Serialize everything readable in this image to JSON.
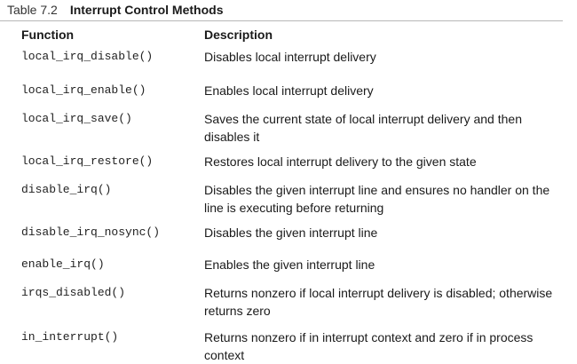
{
  "caption": {
    "number": "Table 7.2",
    "title": "Interrupt Control Methods"
  },
  "table": {
    "headers": {
      "function": "Function",
      "description": "Description"
    },
    "rows": [
      {
        "function": "local_irq_disable()",
        "description": "Disables local interrupt delivery"
      },
      {
        "function": "local_irq_enable()",
        "description": "Enables local interrupt delivery"
      },
      {
        "function": "local_irq_save()",
        "description": "Saves the current state of local interrupt delivery and then disables it"
      },
      {
        "function": "local_irq_restore()",
        "description": "Restores local interrupt delivery to the given state"
      },
      {
        "function": "disable_irq()",
        "description": "Disables the given interrupt line and ensures no handler on the line is executing before returning"
      },
      {
        "function": "disable_irq_nosync()",
        "description": "Disables the given interrupt line"
      },
      {
        "function": "enable_irq()",
        "description": "Enables the given interrupt line"
      },
      {
        "function": "irqs_disabled()",
        "description": "Returns nonzero if local interrupt delivery is disabled; otherwise returns zero"
      },
      {
        "function": "in_interrupt()",
        "description": "Returns nonzero if in interrupt context and zero if in process context"
      }
    ]
  }
}
